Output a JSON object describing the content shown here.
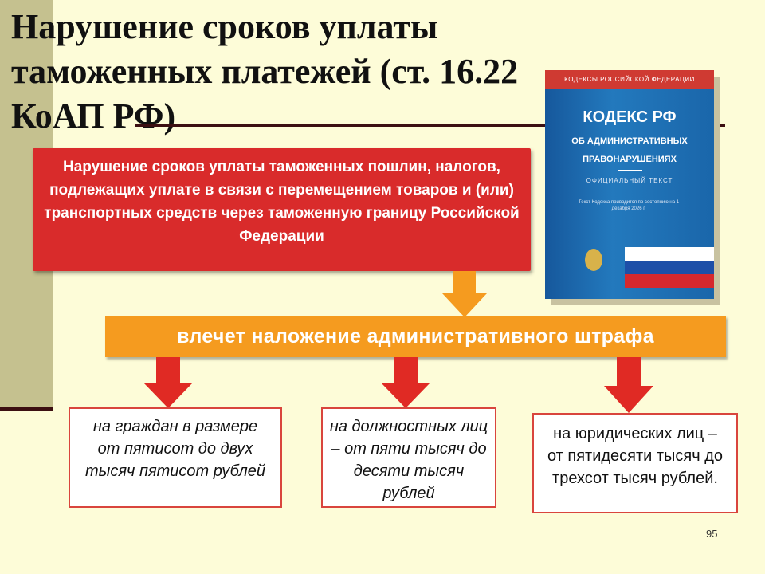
{
  "title": "Нарушение сроков уплаты таможенных платежей (ст. 16.22 КоАП РФ)",
  "book": {
    "band": "КОДЕКСЫ РОССИЙСКОЙ ФЕДЕРАЦИИ",
    "title": "КОДЕКС РФ",
    "subtitle": "ОБ АДМИНИСТРАТИВНЫХ ПРАВОНАРУШЕНИЯХ",
    "official": "ОФИЦИАЛЬНЫЙ ТЕКСТ",
    "note": "Текст Кодекса приводится по состоянию на 1 декабря 2026 г."
  },
  "violation": "Нарушение сроков уплаты таможенных пошлин, налогов, подлежащих уплате в связи с перемещением товаров и (или) транспортных средств через таможенную границу Российской Федерации",
  "consequence": "влечет наложение административного штрафа",
  "fines": {
    "citizens": "на граждан в размере от пятисот до двух тысяч пятисот рублей",
    "officials": "на должностных лиц – от пяти тысяч до десяти тысяч рублей",
    "legal_entities": "на юридических лиц – от пятидесяти тысяч до трехсот тысяч рублей."
  },
  "page_number": "95",
  "colors": {
    "background": "#fdfcd8",
    "red_box": "#d92b2b",
    "orange_bar": "#f59b1f",
    "arrow_red": "#e02a24",
    "accent_dark": "#3c0f12"
  }
}
